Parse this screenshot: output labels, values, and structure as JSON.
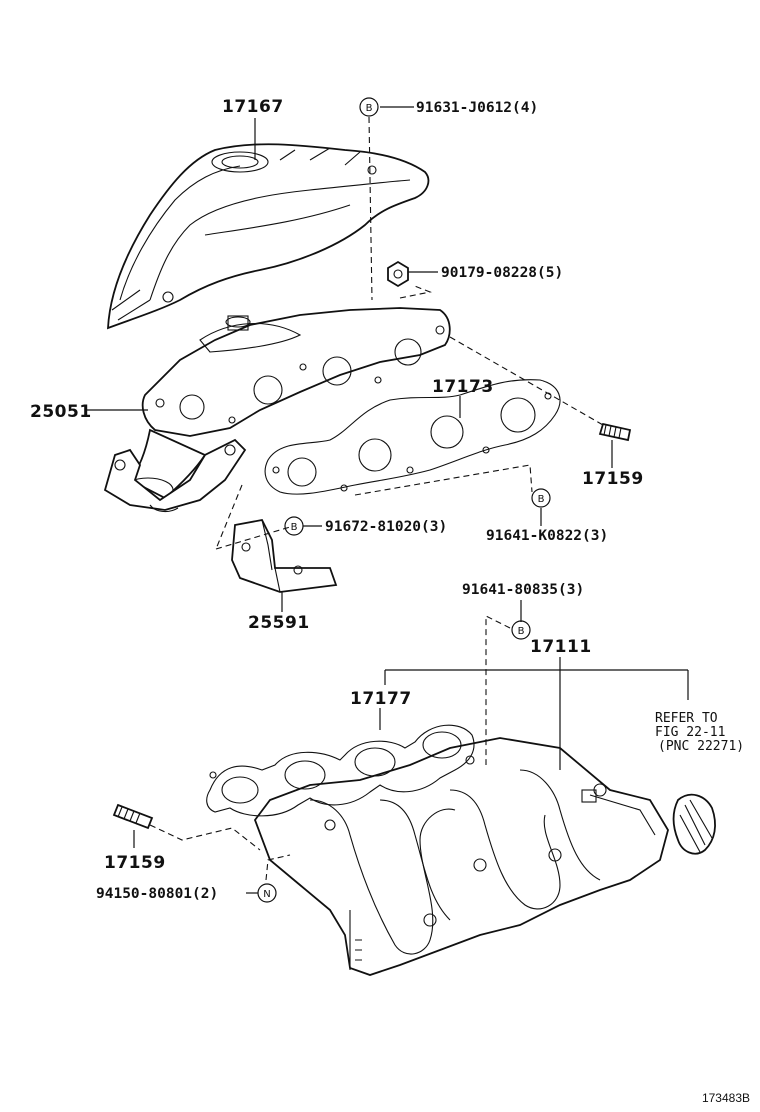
{
  "parts": {
    "p17167": "17167",
    "p25051": "25051",
    "p17173": "17173",
    "p17159_top": "17159",
    "p25591": "25591",
    "p17111": "17111",
    "p17177": "17177",
    "p17159_bottom": "17159"
  },
  "refs": {
    "r1": "91631-J0612(4)",
    "r2": "90179-08228(5)",
    "r3": "91672-81020(3)",
    "r4": "91641-K0822(3)",
    "r5": "91641-80835(3)",
    "r6": "94150-80801(2)"
  },
  "markers": {
    "b": "B",
    "n": "N"
  },
  "note": {
    "line1": "REFER TO",
    "line2": "FIG 22-11",
    "line3": "(PNC 22271)"
  },
  "figure_id": "173483B"
}
